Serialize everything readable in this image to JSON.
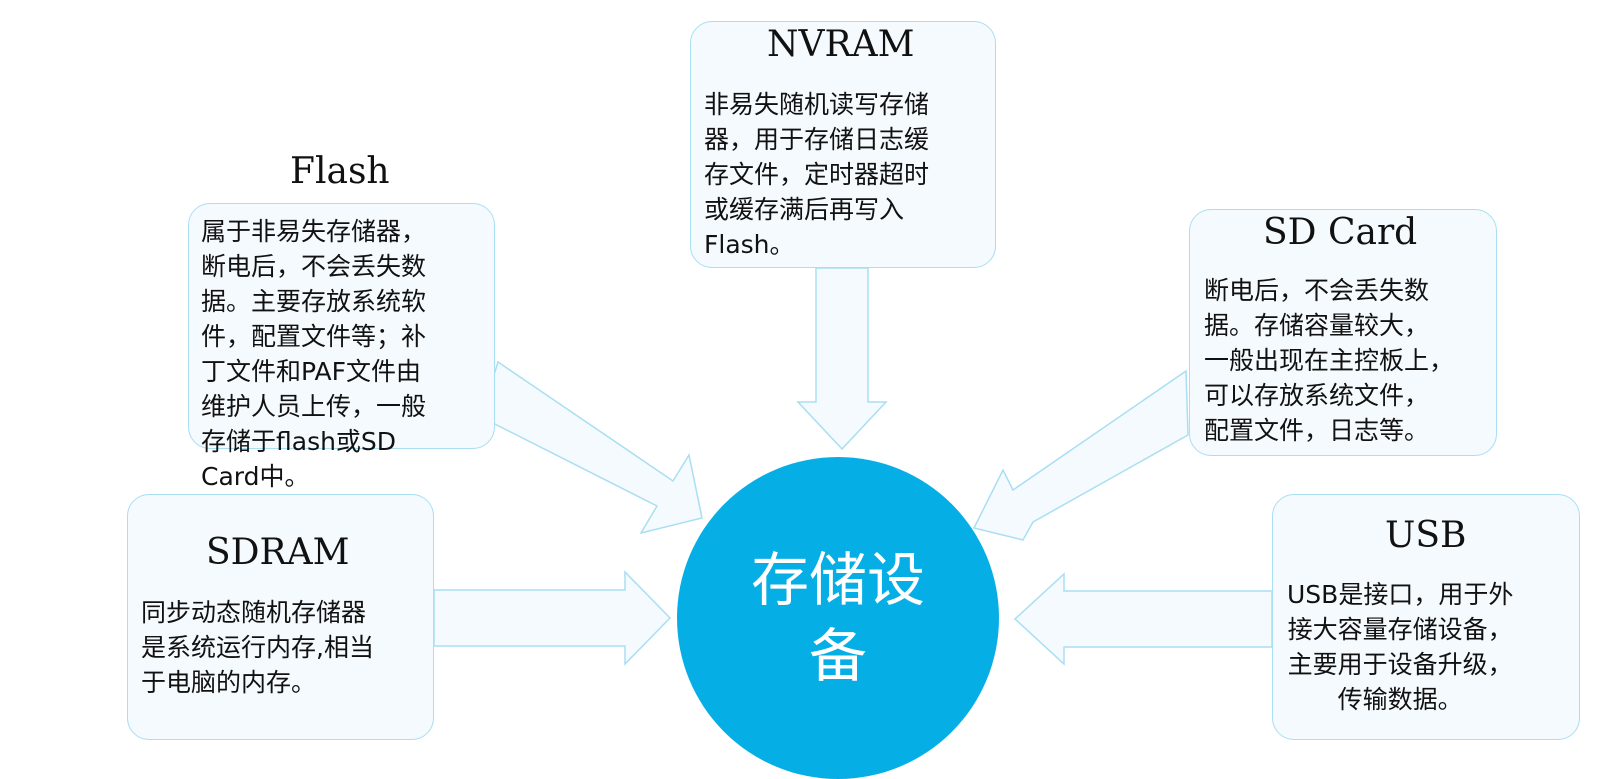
{
  "center": {
    "label": "存储设备"
  },
  "nodes": {
    "nvram": {
      "title": "NVRAM",
      "desc": "非易失随机读写存储\n器，用于存储日志缓\n存文件，定时器超时\n或缓存满后再写入\nFlash。"
    },
    "flash": {
      "title": "Flash",
      "desc": "属于非易失存储器，\n断电后，不会丢失数\n据。主要存放系统软\n件，配置文件等；补\n丁文件和PAF文件由\n维护人员上传，一般\n存储于flash或SD\nCard中。"
    },
    "sdcard": {
      "title": "SD Card",
      "desc": "断电后，不会丢失数\n据。存储容量较大，\n一般出现在主控板上，\n可以存放系统文件，\n配置文件，日志等。"
    },
    "sdram": {
      "title": "SDRAM",
      "desc": "同步动态随机存储器\n是系统运行内存,相当\n于电脑的内存。"
    },
    "usb": {
      "title": "USB",
      "desc": "USB是接口，用于外\n接大容量存储设备，\n主要用于设备升级，\n传输数据。"
    }
  },
  "colors": {
    "center_fill": "#06aee6",
    "box_border": "#a9def3",
    "box_fill": "#f4fafd",
    "arrow_fill": "#f4fafd",
    "arrow_stroke": "#a9def3"
  }
}
